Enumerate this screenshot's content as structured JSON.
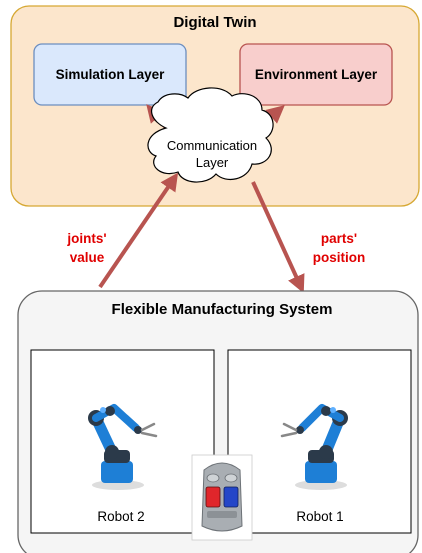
{
  "digital_twin": {
    "title": "Digital Twin",
    "simulation_layer": "Simulation Layer",
    "environment_layer": "Environment Layer",
    "communication_layer_line1": "Communication",
    "communication_layer_line2": "Layer"
  },
  "flows": {
    "joints_line1": "joints'",
    "joints_line2": "value",
    "parts_line1": "parts'",
    "parts_line2": "position"
  },
  "fms": {
    "title": "Flexible Manufacturing System",
    "robot_left": "Robot 2",
    "robot_right": "Robot 1"
  },
  "colors": {
    "digital_twin_fill": "#fce6cc",
    "digital_twin_border": "#d6a833",
    "simulation_fill": "#dae8fc",
    "simulation_border": "#6c8ebf",
    "environment_fill": "#f8cecc",
    "environment_border": "#b85450",
    "arrow": "#b85450",
    "flow_label": "#e00000",
    "fms_fill": "#f5f5f5",
    "fms_border": "#666666",
    "robot_blue": "#1e7fd6"
  }
}
